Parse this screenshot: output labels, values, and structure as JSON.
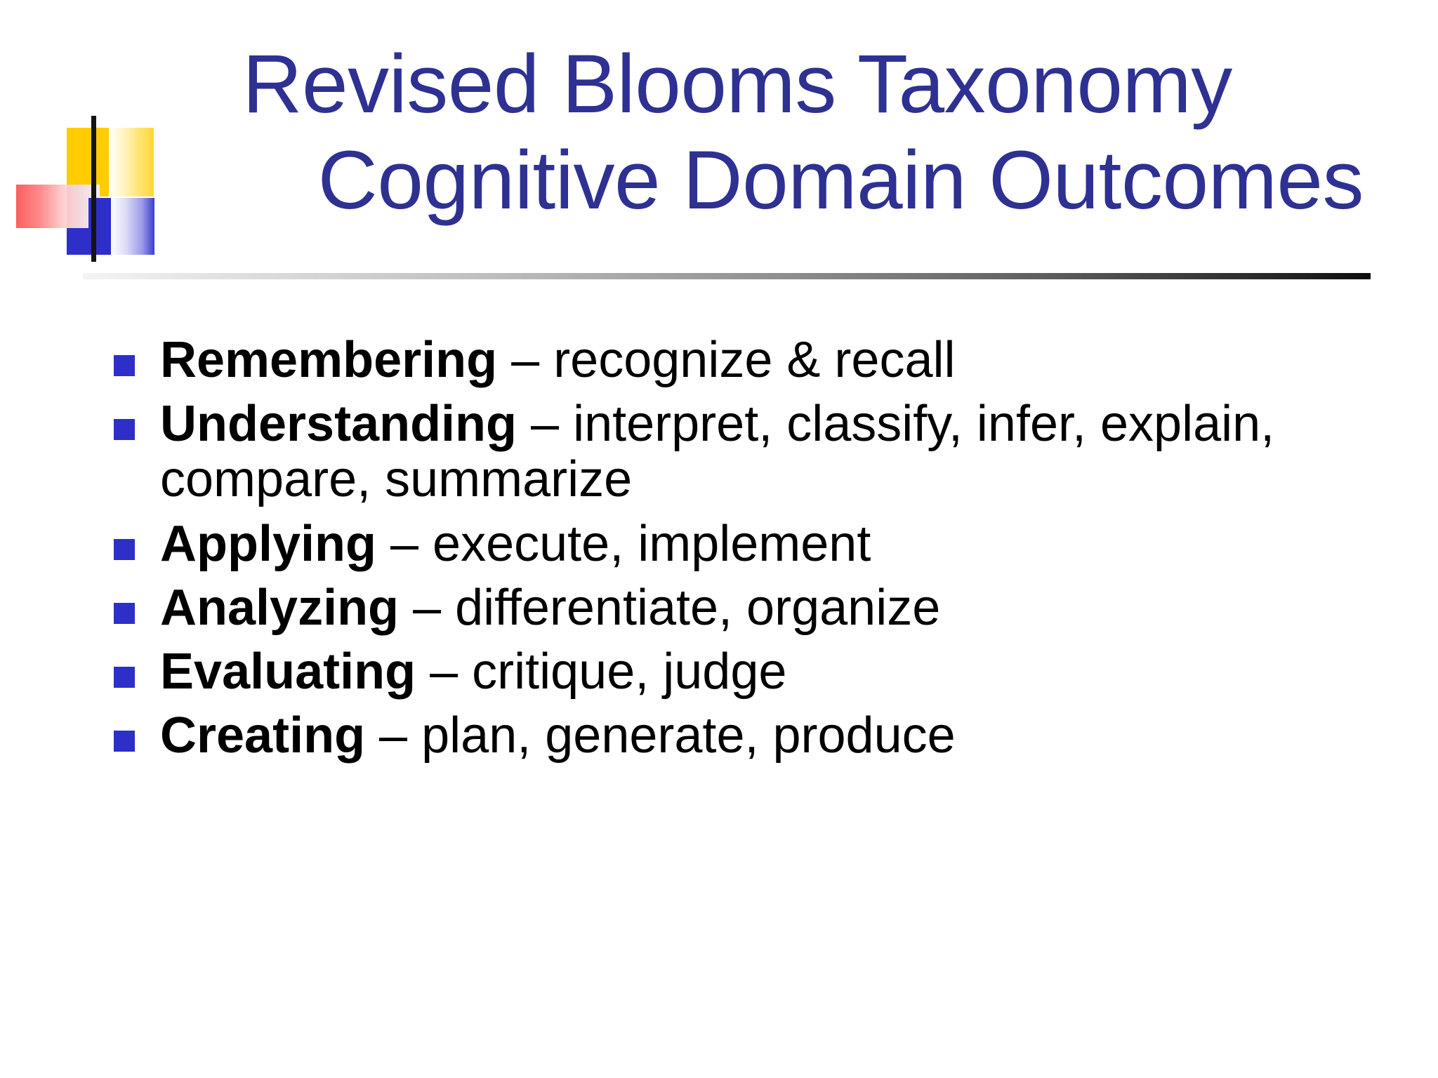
{
  "slide": {
    "background_color": "#ffffff",
    "title": {
      "line1": "Revised Blooms Taxonomy",
      "line2": "Cognitive Domain Outcomes",
      "color": "#2e3192"
    },
    "decoration": {
      "name": "blends-template-motif",
      "colors": {
        "yellow": "#ffcc00",
        "red": "#fb5f5f",
        "blue": "#2e2ec8",
        "line": "#141414"
      }
    },
    "rule": {
      "gradient_from": "#f4f4f4",
      "gradient_to": "#0d0d0d"
    },
    "bullets": [
      {
        "term": "Remembering",
        "dash": " – ",
        "description": "recognize & recall"
      },
      {
        "term": "Understanding",
        "dash": " – ",
        "description": "interpret, classify, infer, explain, compare, summarize"
      },
      {
        "term": "Applying",
        "dash": " – ",
        "description": "execute, implement"
      },
      {
        "term": "Analyzing",
        "dash": " – ",
        "description": "differentiate, organize"
      },
      {
        "term": "Evaluating",
        "dash": " – ",
        "description": "critique, judge"
      },
      {
        "term": "Creating",
        "dash": " – ",
        "description": "plan, generate, produce"
      }
    ],
    "bullet_marker_color": "#2e2ec8"
  }
}
